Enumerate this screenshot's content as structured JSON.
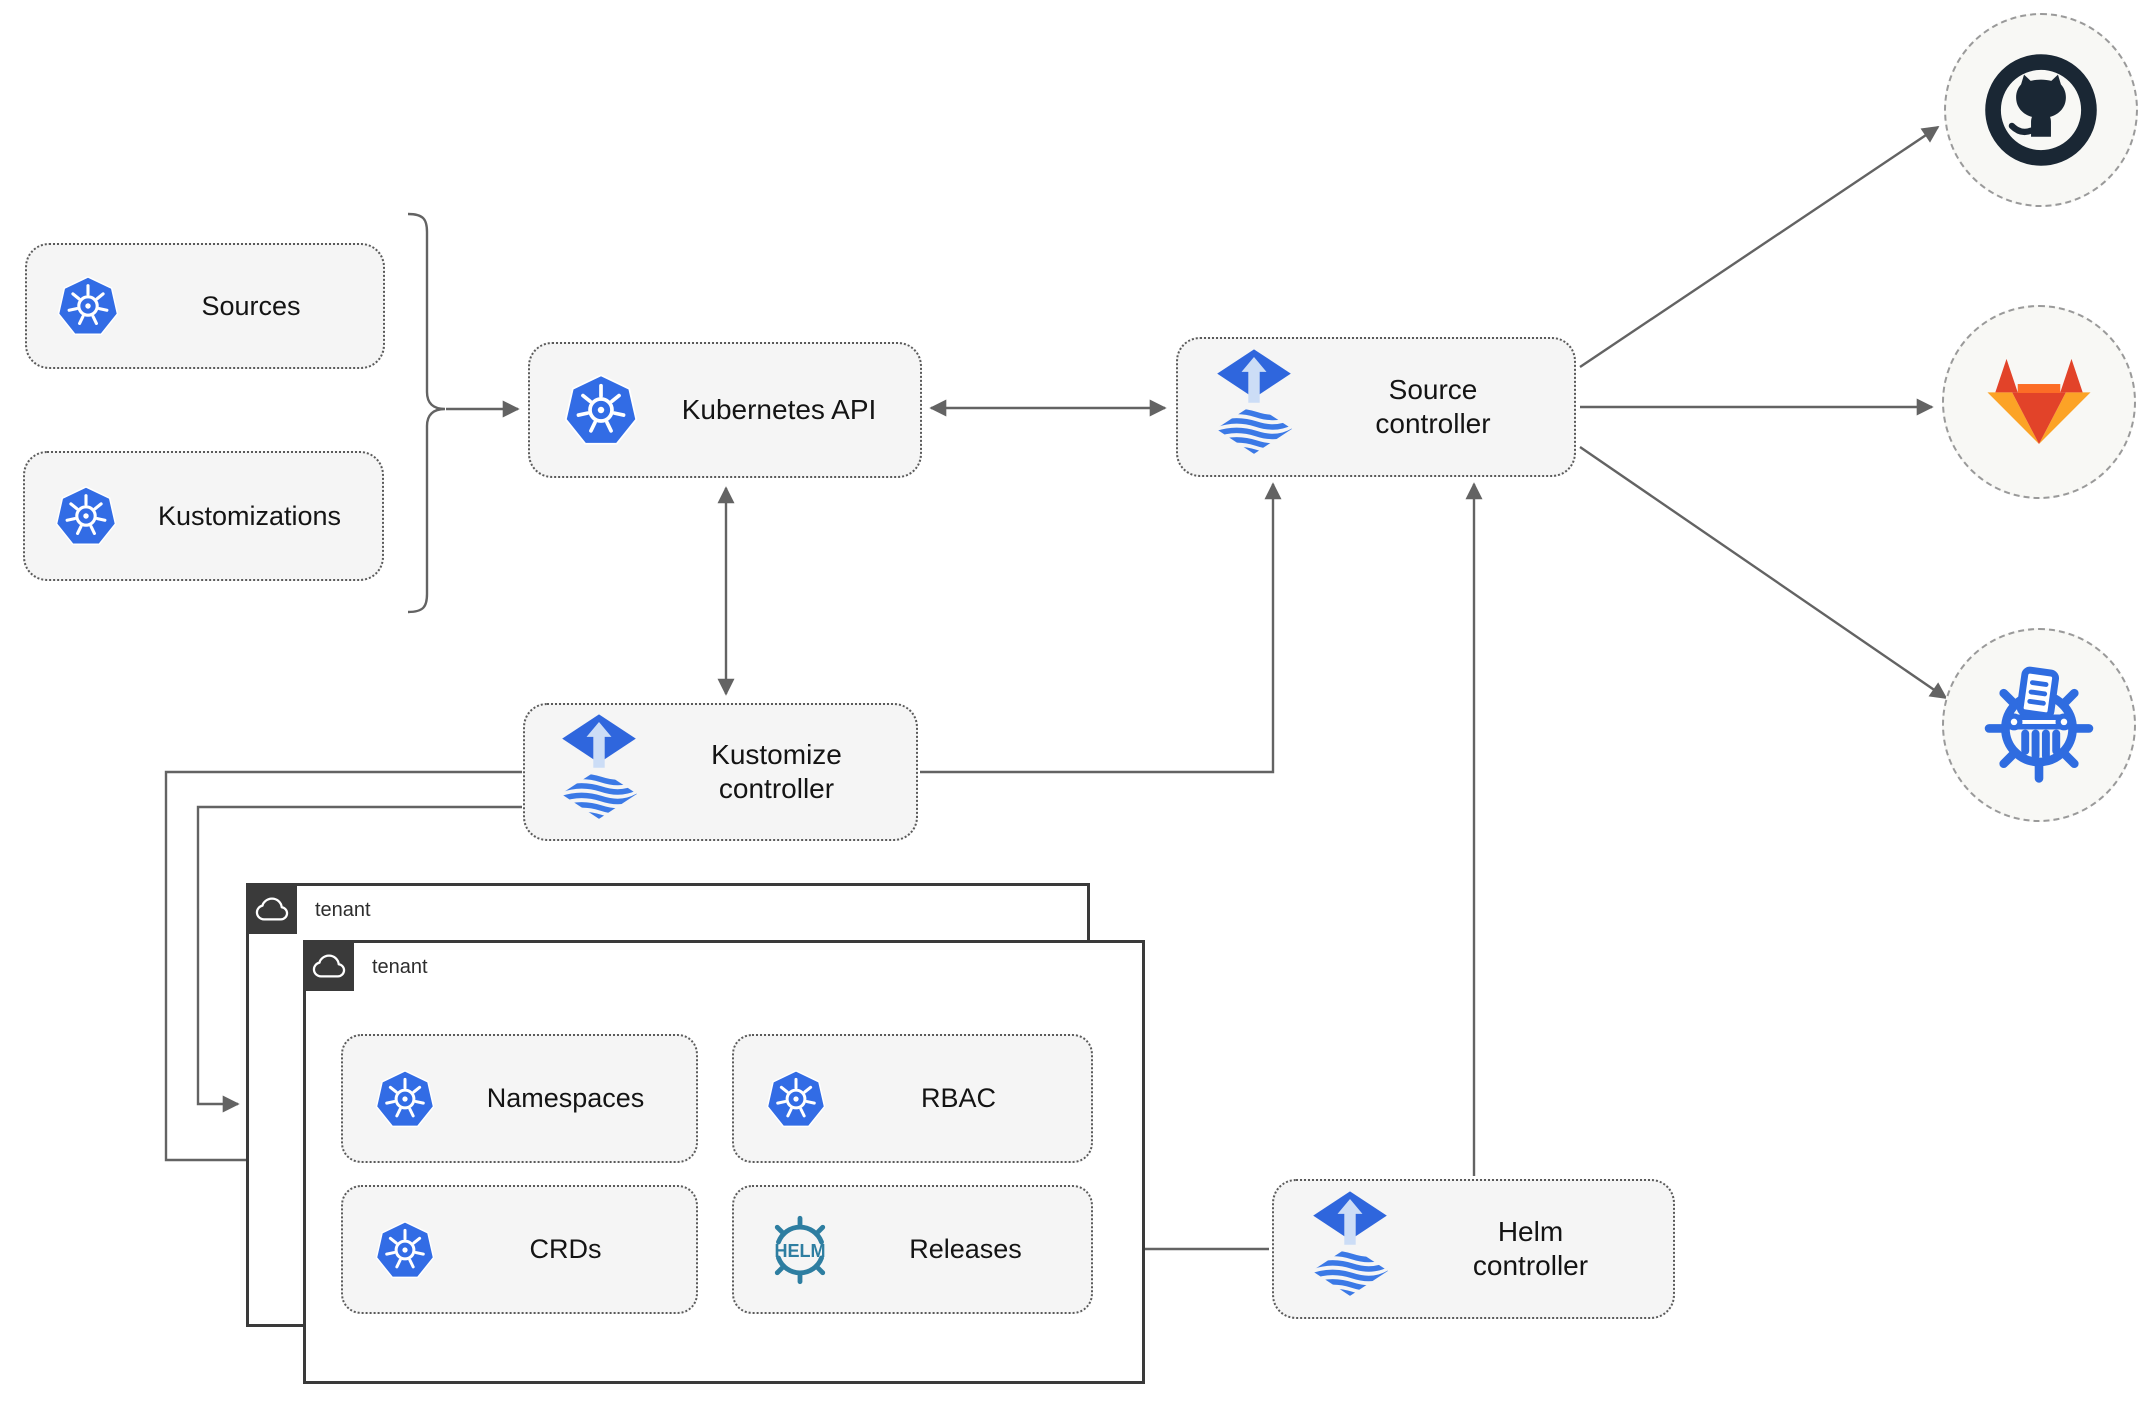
{
  "nodes": {
    "sources": {
      "label": "Sources"
    },
    "kustomizations": {
      "label": "Kustomizations"
    },
    "kubernetes_api": {
      "label": "Kubernetes API"
    },
    "source_controller": {
      "label": "Source controller"
    },
    "kustomize_controller": {
      "label": "Kustomize controller"
    },
    "helm_controller": {
      "label": "Helm controller"
    },
    "namespaces": {
      "label": "Namespaces"
    },
    "rbac": {
      "label": "RBAC"
    },
    "crds": {
      "label": "CRDs"
    },
    "releases": {
      "label": "Releases"
    }
  },
  "groups": {
    "tenant_back": {
      "label": "tenant"
    },
    "tenant_front": {
      "label": "tenant"
    }
  },
  "icons": {
    "helm_text": "HELM",
    "kubernetes_icon": "kubernetes-wheel-heptagon",
    "flux_icon": "flux-diamond-arrow",
    "cloud_icon": "cloud-outline",
    "github_icon": "github-octocat-circle",
    "gitlab_icon": "gitlab-tanuki",
    "kustomize_icon": "kustomize-ship-wheel-document"
  },
  "colors": {
    "kubernetes_blue": "#326ce5",
    "flux_blue": "#2f66dd",
    "flux_stripe_blue": "#3b79e6",
    "helm_teal": "#2e7ea1",
    "github_dark": "#1a2734",
    "gitlab_red_orange": "#e24329",
    "gitlab_orange": "#fc6d26",
    "gitlab_light_orange": "#fca326",
    "node_fill": "#f5f5f5",
    "node_border": "#5a5a5a",
    "connector_gray": "#636363",
    "tenant_border": "#3a3a3a",
    "tenant_tab_bg": "#3a3a3a",
    "endpoint_circle_fill": "#f8f8f5",
    "endpoint_circle_border": "#9a9a9a"
  }
}
